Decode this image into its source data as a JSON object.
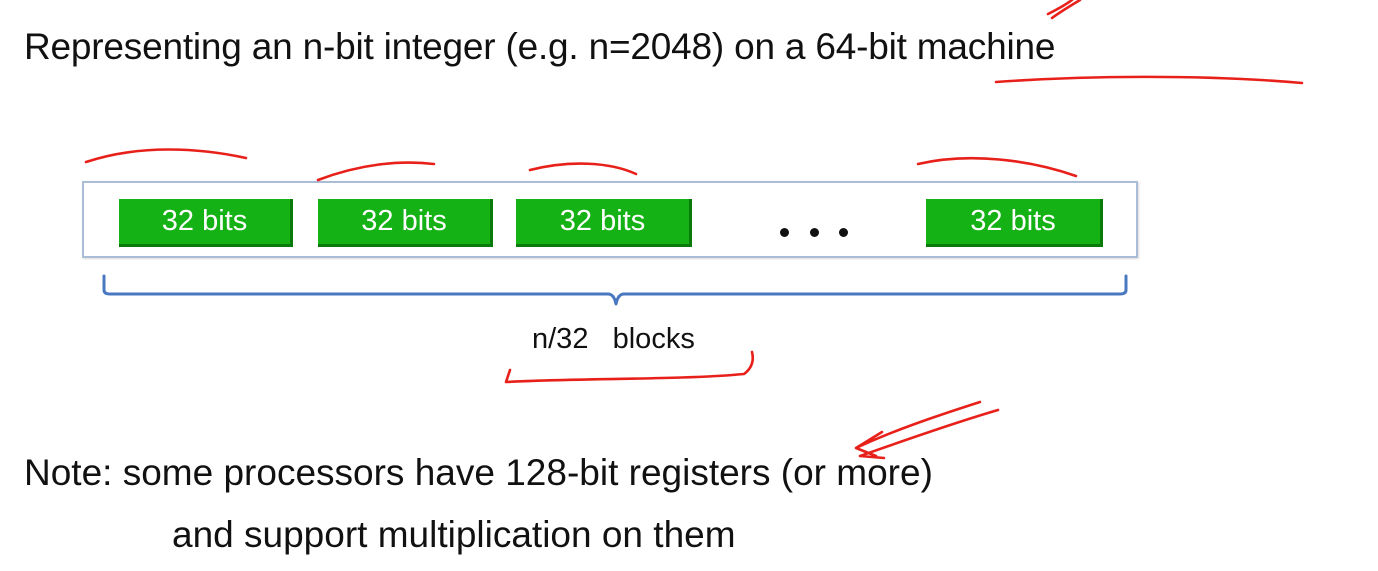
{
  "title": "Representing an n-bit integer  (e.g.  n=2048) on a 64-bit machine",
  "blocks": [
    {
      "label": "32 bits"
    },
    {
      "label": "32 bits"
    },
    {
      "label": "32 bits"
    },
    {
      "label": "32 bits"
    }
  ],
  "ellipsis": "...",
  "brace_label": "n/32   blocks",
  "note": {
    "line1": "Note:  some processors have 128-bit registers (or more)",
    "line2": "and support multiplication on them"
  },
  "colors": {
    "block_fill": "#14b214",
    "block_text": "#ffffff",
    "annotation_pen": "#e8201a",
    "brace": "#4a78c0",
    "container_border": "#a9bed6"
  }
}
